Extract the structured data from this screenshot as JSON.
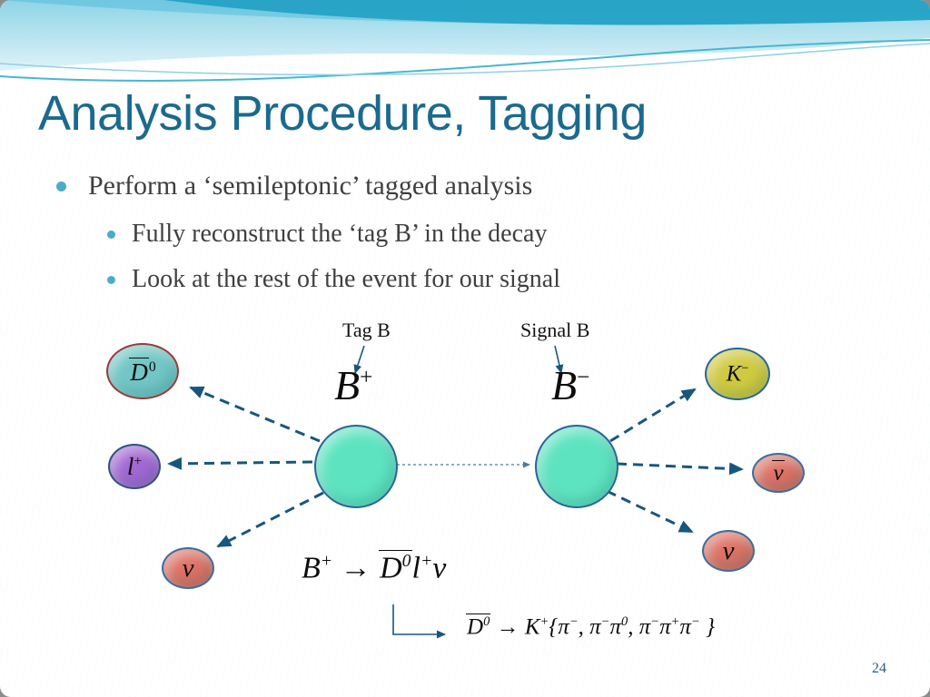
{
  "slide": {
    "title": "Analysis Procedure, Tagging",
    "page_number": "24"
  },
  "colors": {
    "title_text": "#1b6a8e",
    "body_text": "#3f3f3f",
    "bullet_dot": "#4bacc6",
    "arrow_blue": "#17567e",
    "banner_dark": "#25a2c5",
    "banner_light": "#8ed4e6",
    "b_circle_fill": "#5ee3c0",
    "b_circle_border": "#2a6496",
    "d0bar_fill": "#72c6c6",
    "d0bar_border": "#9c3a38",
    "l_fill": "#a368d4",
    "l_border": "#33527e",
    "nu_fill": "#dd7265",
    "nu_border": "#3c6ea0",
    "k_fill": "#cfca40",
    "k_border": "#2a6496",
    "page_number_text": "#2f5d77"
  },
  "bullets": {
    "level1": "Perform a ‘semileptonic’ tagged analysis",
    "level2": [
      "Fully reconstruct the ‘tag B’ in the decay",
      "Look at the rest of the event for our signal"
    ]
  },
  "diagram": {
    "tag_b_label": "Tag B",
    "signal_b_label": "Signal B",
    "b_plus": [
      {
        "t": "B"
      },
      {
        "t": "+",
        "sup": true
      }
    ],
    "b_minus": [
      {
        "t": "B"
      },
      {
        "t": "−",
        "sup": true
      }
    ],
    "d0bar": [
      {
        "t": "D",
        "bar": true
      },
      {
        "t": "0",
        "sup": true
      }
    ],
    "l_plus": [
      {
        "t": "l"
      },
      {
        "t": "+",
        "sup": true
      }
    ],
    "nu_left": [
      {
        "t": "ν"
      }
    ],
    "k_minus": [
      {
        "t": "K"
      },
      {
        "t": "−",
        "sup": true
      }
    ],
    "nu_bar": [
      {
        "t": "ν",
        "bar": true
      }
    ],
    "nu_right": [
      {
        "t": "ν"
      }
    ]
  },
  "equations": {
    "decay1": [
      {
        "t": "B"
      },
      {
        "t": "+",
        "sup": true
      },
      {
        "t": " → "
      },
      {
        "t": "D",
        "bar": true
      },
      {
        "t": "0",
        "sup": true,
        "bar": true
      },
      {
        "t": "l"
      },
      {
        "t": "+",
        "sup": true
      },
      {
        "t": "ν"
      }
    ],
    "decay2": [
      {
        "t": "D",
        "bar": true
      },
      {
        "t": "0",
        "sup": true,
        "bar": true
      },
      {
        "t": " → "
      },
      {
        "t": "K"
      },
      {
        "t": "+",
        "sup": true
      },
      {
        "t": "{"
      },
      {
        "t": "π"
      },
      {
        "t": "−",
        "sup": true
      },
      {
        "t": ", "
      },
      {
        "t": "π"
      },
      {
        "t": "−",
        "sup": true
      },
      {
        "t": "π"
      },
      {
        "t": "0",
        "sup": true
      },
      {
        "t": ", "
      },
      {
        "t": "π"
      },
      {
        "t": "−",
        "sup": true
      },
      {
        "t": "π"
      },
      {
        "t": "+",
        "sup": true
      },
      {
        "t": "π"
      },
      {
        "t": "−",
        "sup": true
      },
      {
        "t": " }"
      }
    ]
  }
}
